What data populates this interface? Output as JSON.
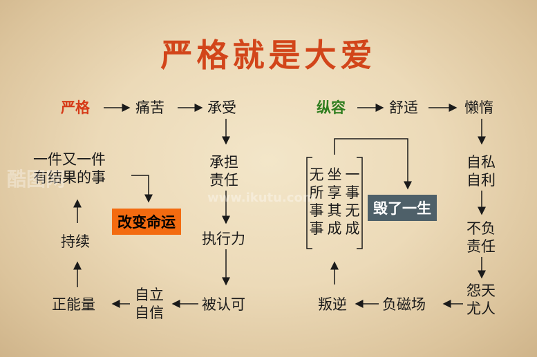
{
  "title": "严格就是大爱",
  "left": {
    "start": "严格",
    "n1": "痛苦",
    "n2": "承受",
    "n3a": "承担",
    "n3b": "责任",
    "n4": "执行力",
    "n5": "被认可",
    "n6a": "自立",
    "n6b": "自信",
    "n7": "正能量",
    "n8": "持续",
    "n9a": "一件又一件",
    "n9b": "有结果的事",
    "result": "改变命运"
  },
  "right": {
    "start": "纵容",
    "n1": "舒适",
    "n2": "懒惰",
    "n3a": "自私",
    "n3b": "自利",
    "n4a": "不负",
    "n4b": "责任",
    "n5a": "怨天",
    "n5b": "尤人",
    "n6": "负磁场",
    "n7": "叛逆",
    "col1": "无所事事",
    "col2": "坐享其成",
    "col3": "一事无成",
    "result": "毁了一生"
  },
  "watermarks": [
    "酷图网",
    "www.ikutu.com"
  ]
}
